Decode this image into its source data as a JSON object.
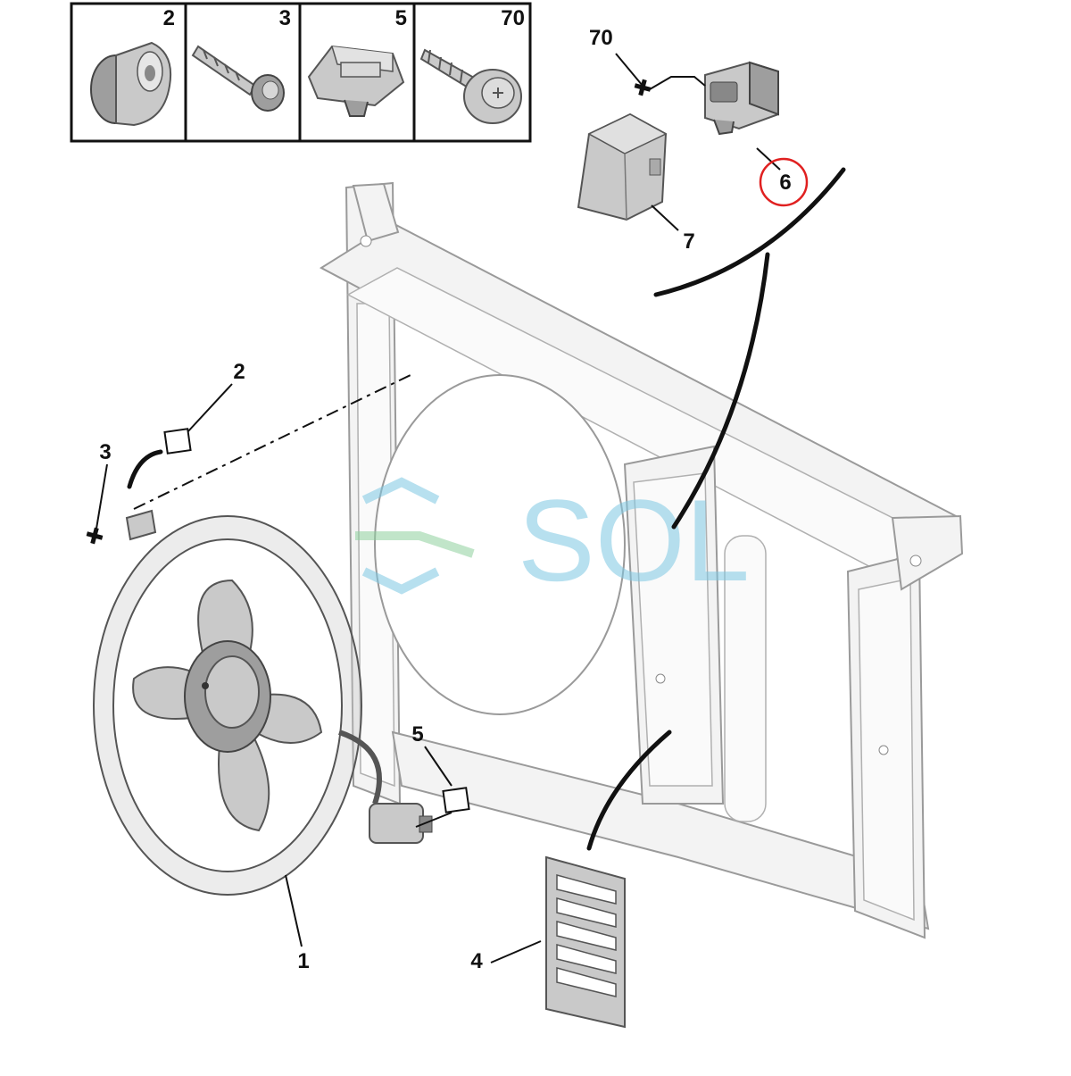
{
  "watermark": {
    "text": "SOL"
  },
  "legend_table": [
    {
      "ref": "2"
    },
    {
      "ref": "3"
    },
    {
      "ref": "5"
    },
    {
      "ref": "70"
    }
  ],
  "callouts": {
    "c70": "70",
    "c6": "6",
    "c7": "7",
    "c2": "2",
    "c3": "3",
    "c5": "5",
    "c1": "1",
    "c4": "4"
  },
  "highlight": {
    "ref": "6",
    "color": "#e02020"
  },
  "colors": {
    "part": "#c9c9c9",
    "frame": "#f3f3f3",
    "line": "#111111",
    "watermark_blue": "#7ec8e3",
    "watermark_green": "#8fd19e"
  }
}
